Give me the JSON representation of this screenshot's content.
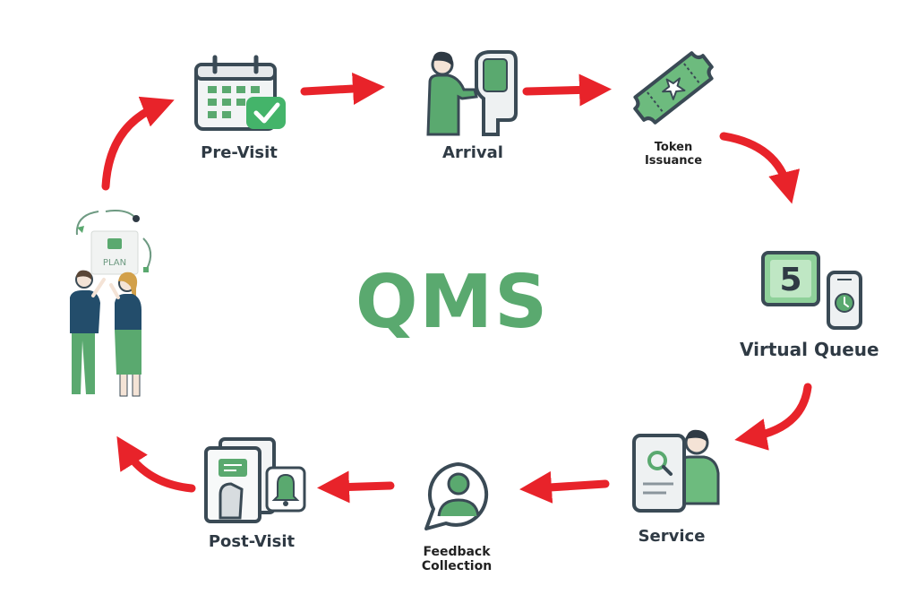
{
  "title": "QMS",
  "stages": [
    {
      "id": "pre-visit",
      "label": "Pre-Visit"
    },
    {
      "id": "arrival",
      "label": "Arrival"
    },
    {
      "id": "token",
      "label_line1": "Token",
      "label_line2": "Issuance"
    },
    {
      "id": "virtual-queue",
      "label": "Virtual Queue",
      "queue_number": "5"
    },
    {
      "id": "service",
      "label": "Service"
    },
    {
      "id": "feedback",
      "label_line1": "Feedback",
      "label_line2": "Collection"
    },
    {
      "id": "post-visit",
      "label": "Post-Visit"
    },
    {
      "id": "plan",
      "board_text": "PLAN"
    }
  ],
  "colors": {
    "accent_green": "#5aa96f",
    "arrow_red": "#e8232a",
    "outline": "#3a4a55"
  }
}
